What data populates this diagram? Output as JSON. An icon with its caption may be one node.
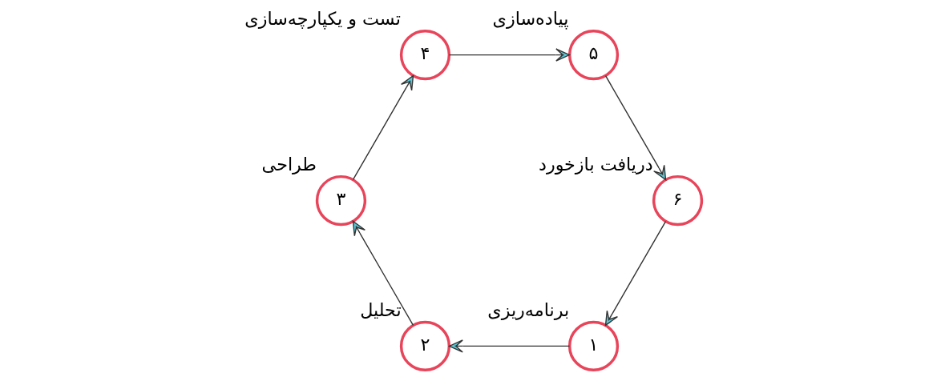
{
  "diagram": {
    "nodes": [
      {
        "text": [
          "۱"
        ],
        "beside": [
          "برنامه‌ریزی"
        ]
      },
      {
        "text": [
          "۲"
        ],
        "beside": [
          "تحلیل"
        ]
      },
      {
        "text": [
          "۳"
        ],
        "beside": [
          "طراحی"
        ]
      },
      {
        "text": [
          "۴"
        ],
        "beside": [
          "تست و یکپارچه‌سازی"
        ]
      },
      {
        "text": [
          "۵"
        ],
        "beside": [
          "پیاده‌سازی"
        ]
      },
      {
        "text": [
          "۶"
        ],
        "beside": [
          "دریافت بازخورد"
        ]
      }
    ],
    "edges": [
      {
        "from": 0,
        "to": 1,
        "arrow": "to"
      },
      {
        "from": 1,
        "to": 2,
        "arrow": "to"
      },
      {
        "from": 2,
        "to": 3,
        "arrow": "to"
      },
      {
        "from": 3,
        "to": 4,
        "arrow": "to"
      },
      {
        "from": 4,
        "to": 5,
        "arrow": "to"
      },
      {
        "from": 5,
        "to": 0,
        "arrow": "to"
      }
    ]
  }
}
